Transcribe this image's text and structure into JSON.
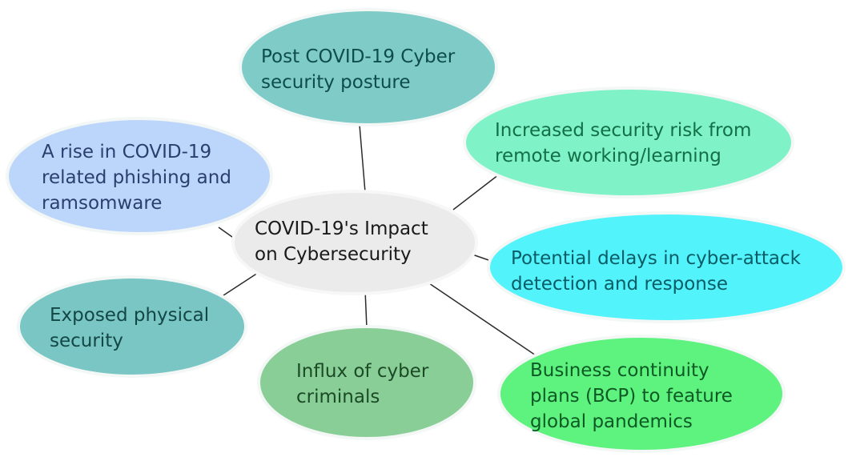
{
  "diagram": {
    "center": {
      "lines": [
        "COVID-19's Impact",
        "on Cybersecurity"
      ],
      "fill": "#ebebeb",
      "text_color": "#1a1a1a"
    },
    "nodes": [
      {
        "id": "post-covid-posture",
        "lines": [
          "Post COVID-19 Cyber",
          "security posture"
        ],
        "fill": "#7ecbc8",
        "text_color": "#0e4d4a"
      },
      {
        "id": "remote-working-risk",
        "lines": [
          "Increased security risk from",
          "remote working/learning"
        ],
        "fill": "#7ff2c7",
        "text_color": "#126f47"
      },
      {
        "id": "phishing-ransomware",
        "lines": [
          "A rise in COVID-19",
          "related phishing and",
          "ramsomware"
        ],
        "fill": "#bcd6fb",
        "text_color": "#2a3f6e"
      },
      {
        "id": "detection-delays",
        "lines": [
          "Potential delays in cyber-attack",
          "detection and response"
        ],
        "fill": "#52f3fb",
        "text_color": "#0a5c66"
      },
      {
        "id": "physical-security",
        "lines": [
          "Exposed physical",
          "security"
        ],
        "fill": "#79c6c4",
        "text_color": "#134745"
      },
      {
        "id": "cyber-criminals",
        "lines": [
          "Influx of cyber",
          "criminals"
        ],
        "fill": "#89ce97",
        "text_color": "#1b4a26"
      },
      {
        "id": "business-continuity",
        "lines": [
          "Business continuity",
          "plans (BCP) to feature",
          "global pandemics"
        ],
        "fill": "#5ef27f",
        "text_color": "#0e5a24"
      }
    ],
    "connector_color": "#2b2b2b"
  }
}
